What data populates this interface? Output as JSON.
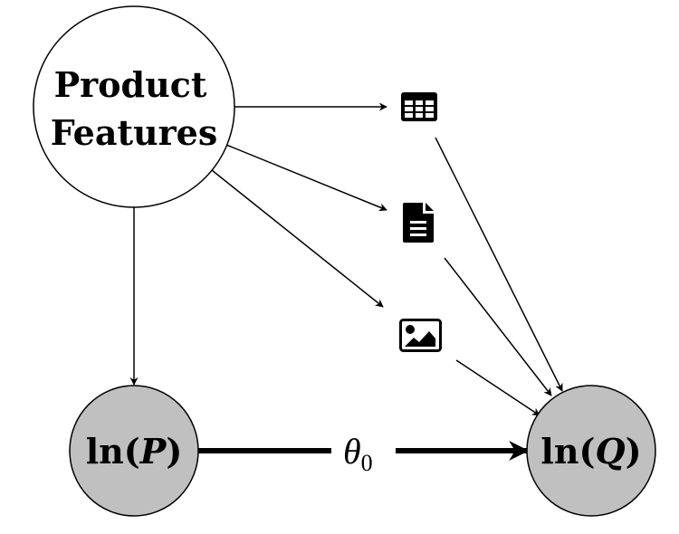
{
  "nodes": {
    "product_features": {
      "line1": "Product",
      "line2": "Features",
      "fill": "#ffffff"
    },
    "ln_p": {
      "prefix": "ln(",
      "var": "P",
      "suffix": ")",
      "fill": "#c0c0c0"
    },
    "ln_q": {
      "prefix": "ln(",
      "var": "Q",
      "suffix": ")",
      "fill": "#c0c0c0"
    }
  },
  "modalities": [
    {
      "name": "table",
      "icon": "table-icon"
    },
    {
      "name": "document",
      "icon": "document-icon"
    },
    {
      "name": "image",
      "icon": "image-icon"
    }
  ],
  "edges": {
    "main_label": {
      "symbol": "θ",
      "subscript": "0"
    }
  },
  "colors": {
    "stroke": "#000000",
    "node_gray": "#c0c0c0"
  }
}
